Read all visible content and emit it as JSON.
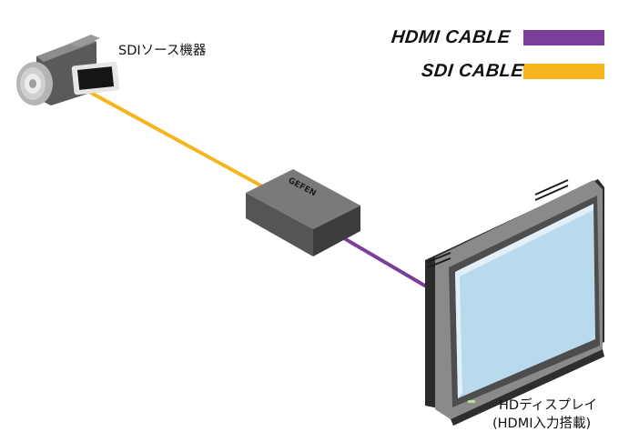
{
  "legend": {
    "hdmi": {
      "label": "HDMI CABLE",
      "color": "#7b3f9a"
    },
    "sdi": {
      "label": "SDI CABLE",
      "color": "#f8b41c"
    }
  },
  "devices": {
    "camera": {
      "label": "SDIソース機器",
      "icon": "video-camera-icon"
    },
    "converter": {
      "brand": "GEFEN",
      "icon": "converter-box-icon"
    },
    "display": {
      "label_line1": "HDディスプレイ",
      "label_line2": "(HDMI入力搭載)",
      "icon": "monitor-icon"
    }
  },
  "colors": {
    "device_dark": "#4a4a4a",
    "device_mid": "#6e6e6e",
    "device_light": "#a8a8a8",
    "screen": "#b9d9ec"
  }
}
